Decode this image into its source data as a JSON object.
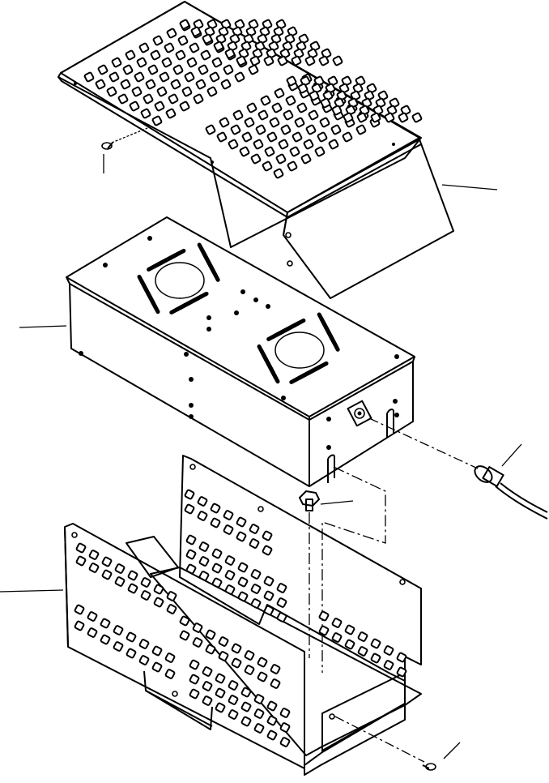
{
  "diagram": {
    "type": "exploded-parts-view",
    "parts": [
      {
        "name": "cover",
        "leader": "right"
      },
      {
        "name": "fan-box",
        "leader": "left"
      },
      {
        "name": "mounting-bracket",
        "leader": "left"
      },
      {
        "name": "connector-cable",
        "leader": "right"
      },
      {
        "name": "cover-screw",
        "leader": "down"
      },
      {
        "name": "bracket-bolt",
        "leader": "right"
      },
      {
        "name": "bracket-screw",
        "leader": "up-right"
      }
    ]
  }
}
